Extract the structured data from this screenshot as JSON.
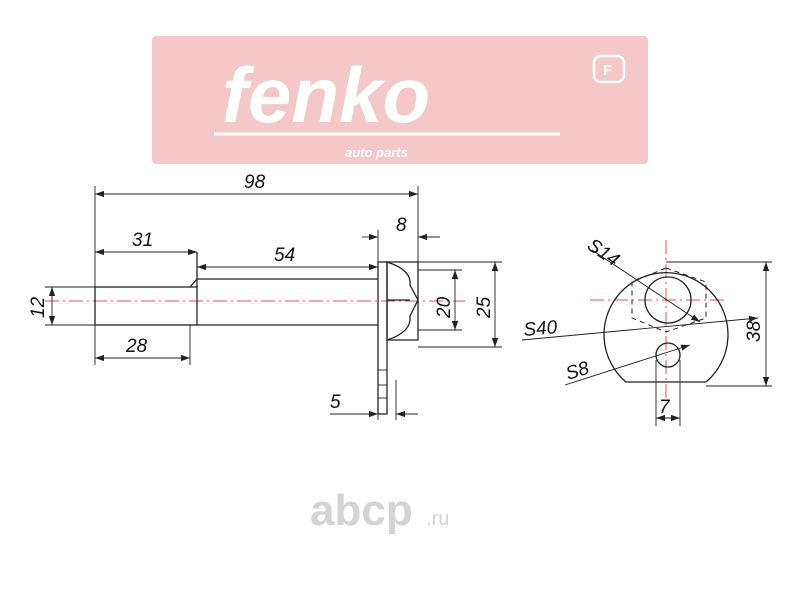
{
  "logo": {
    "brand": "fenko",
    "tagline": "auto parts",
    "badge": "F",
    "color": "#f4c8c8"
  },
  "side_view": {
    "dim_overall_length": "98",
    "dim_shank_length": "31",
    "dim_thread_length": "54",
    "dim_head_width": "8",
    "dim_shank_diameter": "12",
    "dim_shank_depth": "28",
    "dim_across_flats": "20",
    "dim_flange_diameter": "25",
    "dim_flange_thickness": "5"
  },
  "end_view": {
    "dim_hex": "S14",
    "dim_bore": "S40",
    "dim_slot": "S8",
    "dim_height": "38",
    "dim_slot_width": "7"
  },
  "watermark": {
    "text": "abcp",
    "suffix": ".ru"
  },
  "colors": {
    "axis": "#e05050",
    "line": "#222222",
    "logo_bg": "#f4c8c8",
    "watermark": "#d4d4d4"
  }
}
